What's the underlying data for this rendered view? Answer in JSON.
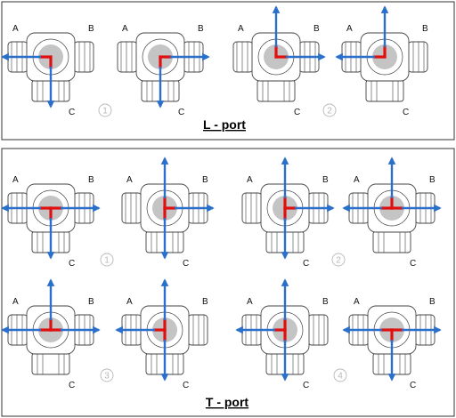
{
  "colors": {
    "arrow": "#2a6fc9",
    "flow": "#e01010",
    "ball": "#c4c4c4",
    "outline": "#444444",
    "number_ring": "#b8b8b8"
  },
  "port_labels": {
    "a": "A",
    "b": "B",
    "c": "C"
  },
  "sections": [
    {
      "title": "L - port",
      "groups": [
        {
          "number": "1",
          "valves": [
            {
              "arrows": [
                "left",
                "down"
              ],
              "flow": [
                "left",
                "down"
              ]
            },
            {
              "arrows": [
                "right",
                "down"
              ],
              "flow": [
                "right",
                "down"
              ]
            }
          ]
        },
        {
          "number": "2",
          "valves": [
            {
              "arrows": [
                "up",
                "right"
              ],
              "flow": [
                "up",
                "right"
              ]
            },
            {
              "arrows": [
                "up",
                "left"
              ],
              "flow": [
                "up",
                "left"
              ]
            }
          ]
        }
      ]
    },
    {
      "title": "T - port",
      "groups": [
        {
          "number": "1",
          "valves": [
            {
              "arrows": [
                "left",
                "right",
                "down"
              ],
              "flow": [
                "left",
                "right",
                "down"
              ]
            },
            {
              "arrows": [
                "up",
                "down",
                "right"
              ],
              "flow": [
                "up",
                "down",
                "right"
              ]
            }
          ]
        },
        {
          "number": "2",
          "valves": [
            {
              "arrows": [
                "up",
                "down",
                "right"
              ],
              "flow": [
                "up",
                "down",
                "right"
              ]
            },
            {
              "arrows": [
                "up",
                "left",
                "right"
              ],
              "flow": [
                "up",
                "left",
                "right"
              ]
            }
          ]
        },
        {
          "number": "3",
          "valves": [
            {
              "arrows": [
                "up",
                "left",
                "right"
              ],
              "flow": [
                "up",
                "left",
                "right"
              ]
            },
            {
              "arrows": [
                "up",
                "left",
                "down"
              ],
              "flow": [
                "up",
                "left",
                "down"
              ]
            }
          ]
        },
        {
          "number": "4",
          "valves": [
            {
              "arrows": [
                "up",
                "left",
                "down"
              ],
              "flow": [
                "up",
                "left",
                "down"
              ]
            },
            {
              "arrows": [
                "left",
                "right",
                "down"
              ],
              "flow": [
                "left",
                "right",
                "down"
              ]
            }
          ]
        }
      ]
    }
  ]
}
